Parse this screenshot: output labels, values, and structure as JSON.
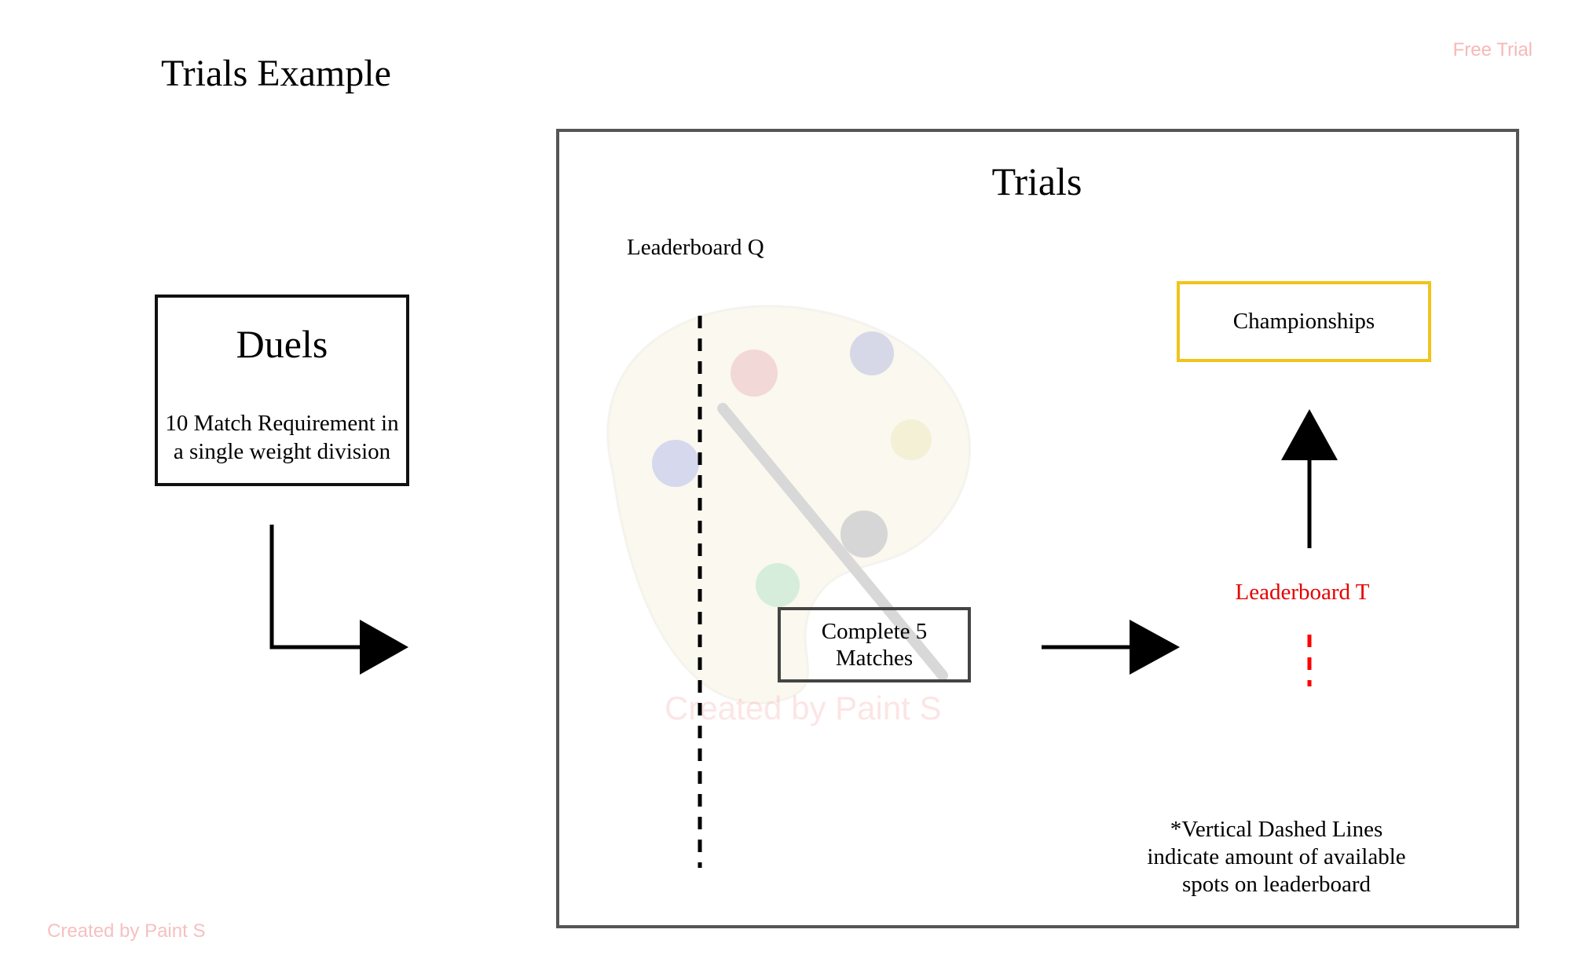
{
  "page": {
    "title": "Trials Example",
    "free_trial_label": "Free Trial",
    "credit_label": "Created by Paint S",
    "watermark_label": "Created by Paint S"
  },
  "duels": {
    "title": "Duels",
    "line1": "10 Match Requirement in",
    "line2": "a single weight division"
  },
  "trials": {
    "title": "Trials",
    "leaderboard_q": "Leaderboard Q",
    "leaderboard_t": "Leaderboard T",
    "championships": "Championships",
    "matches_line1": "Complete 5",
    "matches_line2": "Matches",
    "note_line1": "*Vertical Dashed Lines",
    "note_line2": "indicate amount of available",
    "note_line3": "spots on leaderboard"
  },
  "colors": {
    "championships_border": "#f0c419",
    "leaderboard_t_text": "#e60000",
    "leaderboard_t_line": "#ff0000",
    "watermark": "#f6b8b8"
  }
}
